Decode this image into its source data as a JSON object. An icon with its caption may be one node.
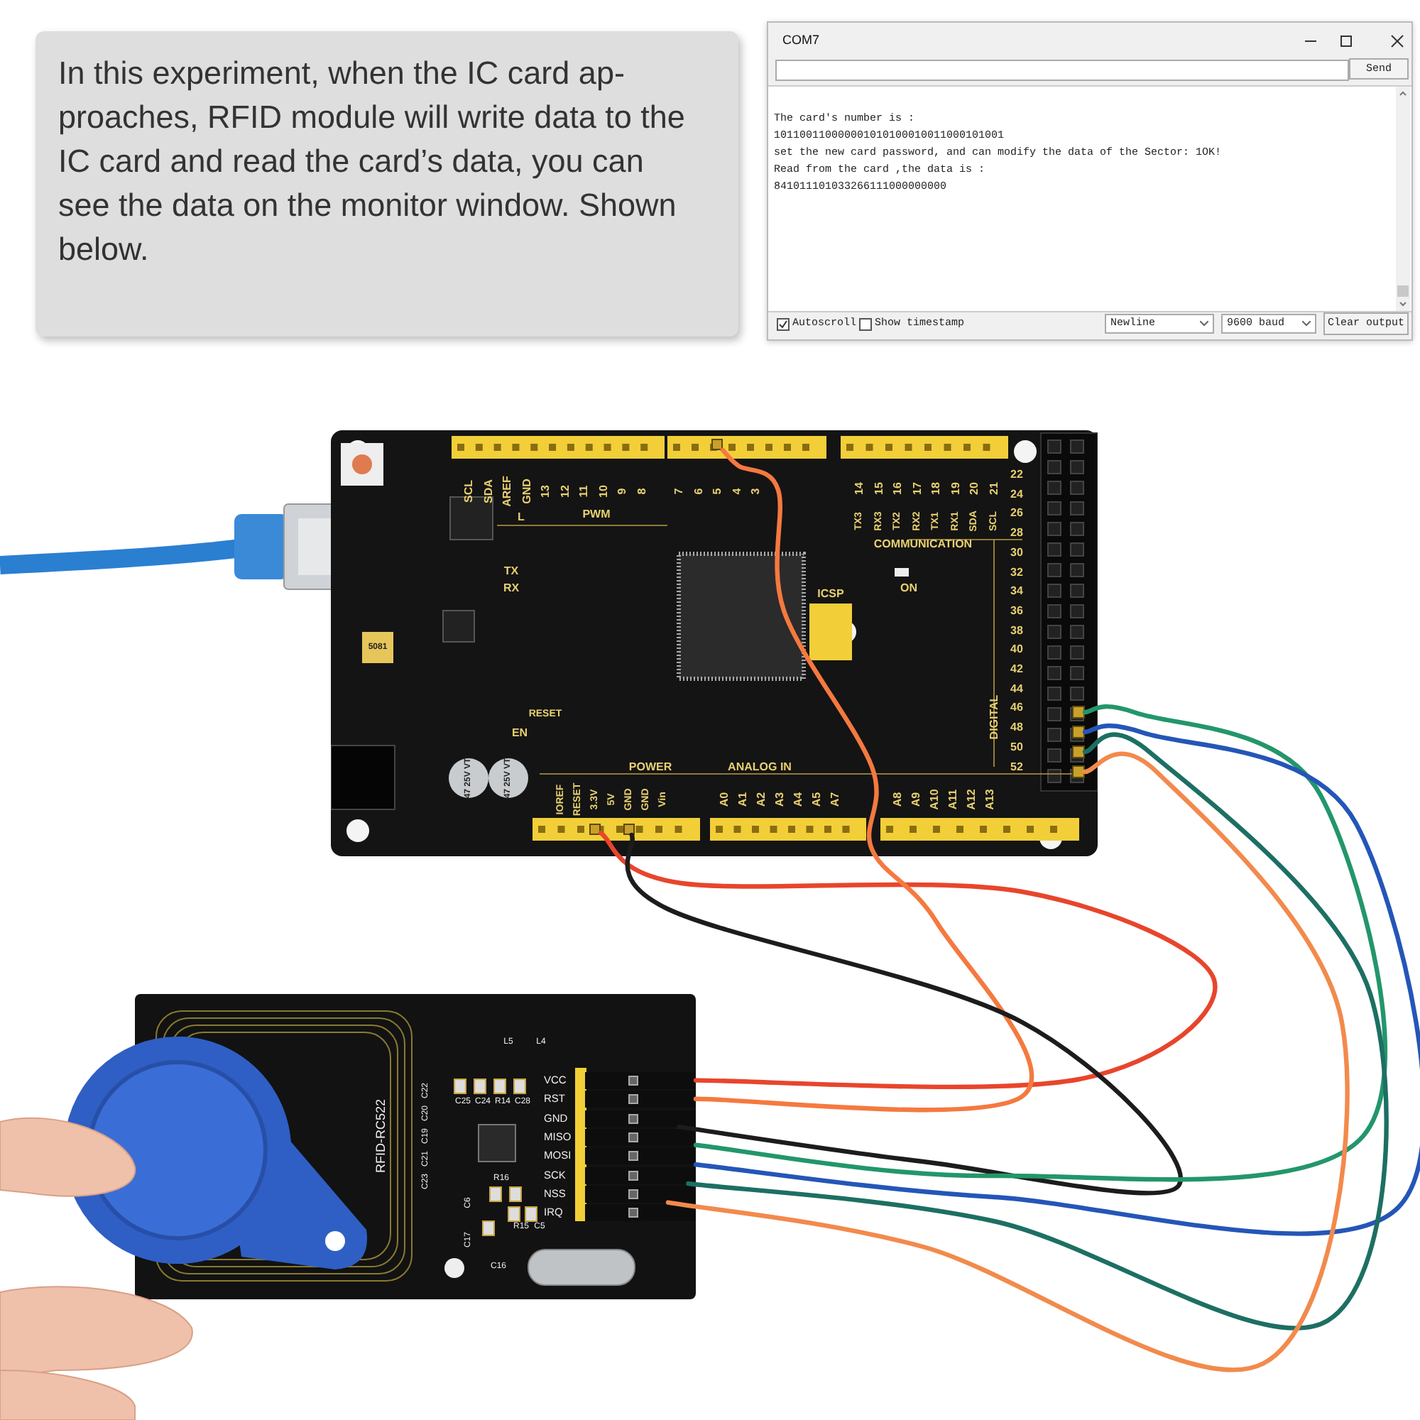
{
  "diagram": {
    "nodes": [
      {
        "text": [
          "In this experiment, when the IC card ap-proaches, RFID module will write data to the IC card and read the card’s data, you can see the data on the monitor window. Shown below."
        ]
      },
      {
        "text": [
          "COM7"
        ]
      },
      {
        "text": [],
        "shape": "picture"
      },
      {
        "text": [],
        "shape": "box",
        "in": 2
      },
      {
        "text": [],
        "shape": "box",
        "in": 2
      },
      {
        "text": [],
        "shape": "box",
        "in": 2
      },
      {
        "text": [],
        "shape": "box",
        "in": 2
      },
      {
        "text": [],
        "shape": "box",
        "in": 2
      },
      {
        "text": [],
        "shape": "box",
        "in": 2
      },
      {
        "text": [],
        "shape": "box",
        "in": 2
      },
      {
        "text": [
          "RFID-RC522"
        ]
      },
      {
        "text": [
          "VCC"
        ],
        "in": 10
      },
      {
        "text": [
          "RST"
        ],
        "in": 10
      },
      {
        "text": [
          "GND"
        ],
        "in": 10
      },
      {
        "text": [
          "MISO"
        ],
        "in": 10
      },
      {
        "text": [
          "MOSI"
        ],
        "in": 10
      },
      {
        "text": [
          "SCK"
        ],
        "in": 10
      },
      {
        "text": [
          "NSS"
        ],
        "in": 10
      },
      {
        "text": [
          "IRQ"
        ],
        "in": 10
      },
      {
        "text": [],
        "shape": "picture"
      }
    ],
    "edges": [
      {
        "from": 11,
        "to": 4,
        "arrow": "none",
        "color": "#e8452c"
      },
      {
        "from": 12,
        "to": 3,
        "arrow": "none",
        "color": "#f5793f"
      },
      {
        "from": 13,
        "to": 5,
        "arrow": "none",
        "color": "#1c1c1c"
      },
      {
        "from": 14,
        "to": 6,
        "arrow": "none",
        "color": "#23966b"
      },
      {
        "from": 15,
        "to": 7,
        "arrow": "none",
        "color": "#2456b8"
      },
      {
        "from": 16,
        "to": 8,
        "arrow": "none",
        "color": "#1d6f63"
      },
      {
        "from": 17,
        "to": 9,
        "arrow": "none",
        "color": "#f28a4c"
      }
    ],
    "labels": [
      "Send",
      "The card's number is  :",
      "101100110000001010100010011000101001",
      "set the new card password, and can modify the data of the Sector: 1OK!",
      "Read from the card ,the data is :",
      "841011101033266111000000000",
      "Autoscroll",
      "Show timestamp",
      "Newline",
      "9600 baud",
      "Clear output",
      "SCL",
      "SDA",
      "AREF",
      "GND",
      "13",
      "12",
      "11",
      "10",
      "9",
      "8",
      "7",
      "6",
      "5",
      "4",
      "3",
      "14",
      "15",
      "16",
      "17",
      "18",
      "19",
      "20",
      "21",
      "TX3",
      "RX3",
      "TX2",
      "RX2",
      "TX1",
      "RX1",
      "SDA",
      "SCL",
      "L",
      "PWM",
      "COMMUNICATION",
      "TX",
      "RX",
      "ICSP",
      "ON",
      "5081",
      "RESET",
      "EN",
      "47 25V VT",
      "47 25V VT",
      "22",
      "24",
      "26",
      "28",
      "30",
      "32",
      "34",
      "36",
      "38",
      "40",
      "42",
      "44",
      "46",
      "48",
      "50",
      "52",
      "DIGITAL",
      "POWER",
      "ANALOG IN",
      "IOREF",
      "RESET",
      "3.3V",
      "5V",
      "GND",
      "GND",
      "Vin",
      "A0",
      "A1",
      "A2",
      "A3",
      "A4",
      "A5",
      "A7",
      "A8",
      "A9",
      "A10",
      "A11",
      "A12",
      "A13",
      "L5",
      "L4",
      "C25",
      "C24",
      "R14",
      "C28",
      "R16",
      "R15",
      "C5",
      "C6",
      "C17",
      "C16",
      "C22",
      "C20",
      "C19",
      "C21",
      "C23"
    ]
  }
}
